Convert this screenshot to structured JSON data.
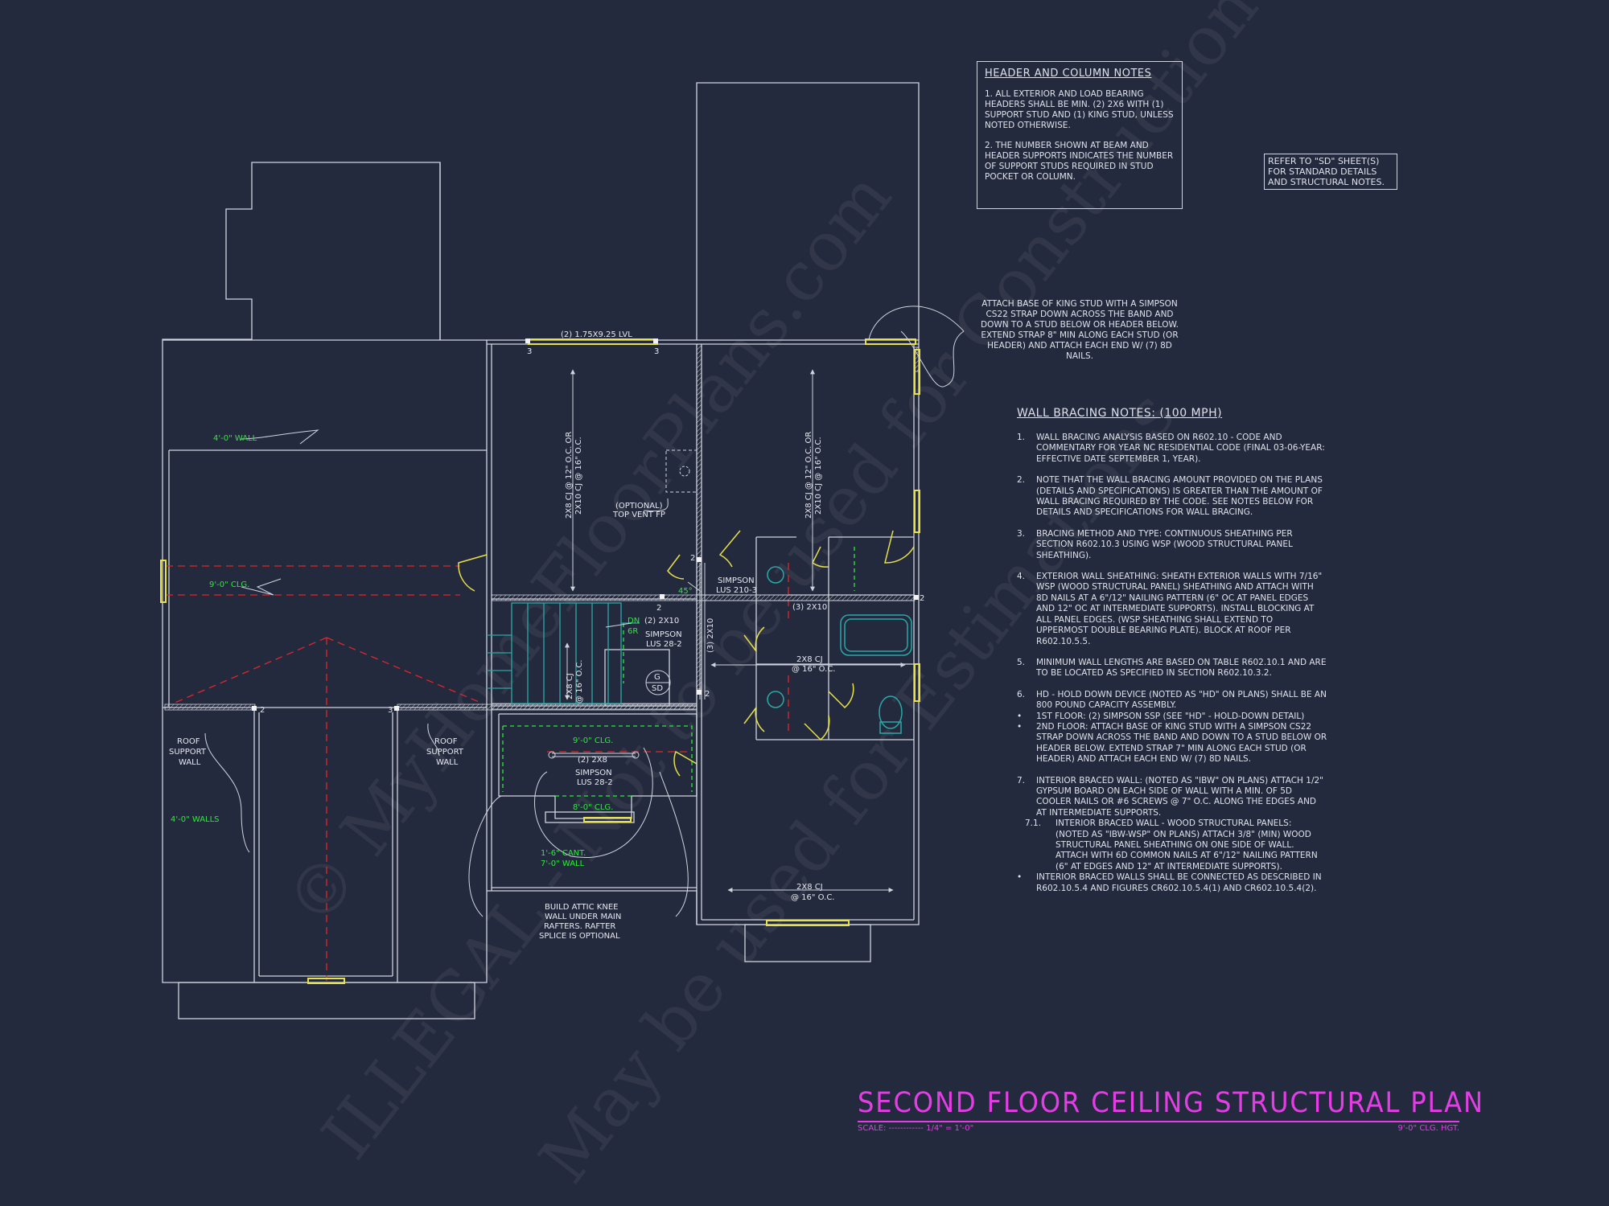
{
  "header_notes": {
    "title": "HEADER AND COLUMN NOTES",
    "note1": "1. ALL EXTERIOR AND LOAD BEARING HEADERS SHALL BE MIN. (2) 2x6 WITH (1) SUPPORT STUD AND (1) KING STUD, UNLESS NOTED OTHERWISE.",
    "note2": "2. THE NUMBER SHOWN AT BEAM AND HEADER SUPPORTS INDICATES THE NUMBER OF SUPPORT STUDS REQUIRED IN STUD POCKET OR COLUMN."
  },
  "refer_note": "REFER TO \"SD\" SHEET(S) FOR STANDARD DETAILS AND STRUCTURAL NOTES.",
  "king_stud_note": "ATTACH BASE OF KING STUD WITH A SIMPSON CS22 STRAP DOWN ACROSS THE BAND AND DOWN TO A STUD BELOW OR HEADER BELOW. EXTEND STRAP 8\" MIN ALONG EACH STUD (OR HEADER) AND ATTACH EACH END W/ (7) 8d NAILS.",
  "wall_bracing": {
    "title": "WALL BRACING NOTES: (100 MPH)",
    "items": [
      {
        "num": "1.",
        "text": "WALL BRACING ANALYSIS BASED ON R602.10 - CODE AND COMMENTARY FOR YEAR NC RESIDENTIAL CODE (FINAL 03-06-YEAR: EFFECTIVE DATE SEPTEMBER 1, YEAR)."
      },
      {
        "num": "2.",
        "text": "NOTE THAT THE WALL BRACING AMOUNT PROVIDED ON THE PLANS (DETAILS AND SPECIFICATIONS) IS GREATER THAN THE AMOUNT OF WALL BRACING REQUIRED BY THE CODE. SEE NOTES BELOW FOR DETAILS AND SPECIFICATIONS FOR WALL BRACING."
      },
      {
        "num": "3.",
        "text": "BRACING METHOD AND TYPE: CONTINUOUS SHEATHING PER SECTION R602.10.3 USING WSP (WOOD STRUCTURAL PANEL SHEATHING)."
      },
      {
        "num": "4.",
        "text": "EXTERIOR WALL SHEATHING: SHEATH EXTERIOR WALLS WITH 7/16\" WSP (WOOD STRUCTURAL PANEL) SHEATHING AND ATTACH WITH 8d NAILS AT A 6\"/12\" NAILING PATTERN (6\" OC AT PANEL EDGES AND 12\" OC AT INTERMEDIATE SUPPORTS). INSTALL BLOCKING AT ALL PANEL EDGES. (WSP SHEATHING SHALL EXTEND TO UPPERMOST DOUBLE BEARING PLATE). BLOCK AT ROOF PER R602.10.5.5."
      },
      {
        "num": "5.",
        "text": "MINIMUM WALL LENGTHS ARE BASED ON TABLE R602.10.1 AND ARE TO BE LOCATED AS SPECIFIED IN SECTION R602.10.3.2."
      },
      {
        "num": "6.",
        "text": "HD - HOLD DOWN DEVICE (NOTED AS \"HD\" ON PLANS) SHALL BE AN 800 POUND CAPACITY ASSEMBLY."
      },
      {
        "num": "•",
        "text": "1ST FLOOR: (2) SIMPSON SSP (SEE \"HD\" - HOLD-DOWN DETAIL)"
      },
      {
        "num": "•",
        "text": "2ND FLOOR: ATTACH BASE OF KING STUD WITH A SIMPSON CS22 STRAP DOWN ACROSS THE BAND AND DOWN TO A STUD BELOW OR HEADER BELOW. EXTEND STRAP 7\" MIN ALONG EACH STUD (OR HEADER) AND ATTACH EACH END W/ (7) 8d NAILS."
      },
      {
        "num": "7.",
        "text": "INTERIOR BRACED WALL: (NOTED AS \"IBW\" ON PLANS) ATTACH 1/2\" GYPSUM BOARD ON EACH SIDE OF WALL WITH A MIN. OF 5d COOLER NAILS OR #6 SCREWS @ 7\" O.C. ALONG THE EDGES AND AT INTERMEDIATE SUPPORTS."
      },
      {
        "num": "7.1.",
        "text": "INTERIOR BRACED WALL - WOOD STRUCTURAL PANELS: (NOTED AS \"IBW-WSP\" ON PLANS) ATTACH 3/8\" (MIN) WOOD STRUCTURAL PANEL SHEATHING ON ONE SIDE OF WALL. ATTACH WITH 6d COMMON NAILS AT 6\"/12\" NAILING PATTERN (6\" AT EDGES AND 12\" AT INTERMEDIATE SUPPORTS)."
      },
      {
        "num": "•",
        "text": "INTERIOR BRACED WALLS SHALL BE CONNECTED AS DESCRIBED IN R602.10.5.4 AND FIGURES CR602.10.5.4(1) AND CR602.10.5.4(2)."
      }
    ]
  },
  "plan_labels": {
    "lvl": "(2) 1.75x9.25 LVL",
    "wall4_top": "4'-0\" WALL",
    "clg9": "9'-0\" CLG.",
    "roof_support_left": [
      "ROOF",
      "SUPPORT",
      "WALL"
    ],
    "roof_support_right": [
      "ROOF",
      "SUPPORT",
      "WALL"
    ],
    "walls4": "4'-0\" WALLS",
    "cj_left": [
      "2x8 CJ @ 12\" O.C. OR",
      "2x10 CJ @ 16\" O.C."
    ],
    "cj_right": [
      "2x8 CJ @ 12\" O.C. OR",
      "2x10 CJ @ 16\" O.C."
    ],
    "vent": [
      "(OPTIONAL)",
      "TOP VENT FP"
    ],
    "simpson_lus210": [
      "SIMPSON",
      "LUS 210-3"
    ],
    "angle45": "45°",
    "two_2x10": "(2) 2x10",
    "simpson_lus28a": [
      "SIMPSON",
      "LUS 28-2"
    ],
    "dn": "DN",
    "r6": "6R",
    "three_2x10_v": "(3) 2x10",
    "three_2x10_h": "(3) 2x10",
    "cj_stair": [
      "2x8 CJ",
      "@ 16\" O.C."
    ],
    "cj_mid": [
      "2x8 CJ",
      "@ 16\" O.C."
    ],
    "g": "G",
    "sd": "SD",
    "clg9b": "9'-0\" CLG.",
    "two_2x8": "(2) 2x8",
    "simpson_lus28b": [
      "SIMPSON",
      "LUS 28-2"
    ],
    "clg8": "8'-0\" CLG.",
    "cant": [
      "1'-6\" CANT.",
      "7'-0\" WALL"
    ],
    "knee": [
      "BUILD ATTIC KNEE",
      "WALL UNDER MAIN",
      "RAFTERS. RAFTER",
      "SPLICE IS OPTIONAL"
    ],
    "cj_bottom": [
      "2x8 CJ",
      "@ 16\" O.C."
    ],
    "stud_counts": [
      "3",
      "3",
      "2",
      "2",
      "2",
      "2",
      "3",
      "2"
    ]
  },
  "title_block": {
    "title": "SECOND FLOOR CEILING STRUCTURAL PLAN",
    "scale": "SCALE: ------------ 1/4\" = 1'-0\"",
    "height": "9'-0\" CLG. HGT."
  },
  "watermarks": [
    "© MyHomeFloorPlans.com",
    "ILLEGAL - Not to be used for Construction",
    "May be used for Estimations"
  ],
  "colors": {
    "background": "#242a3d",
    "line": "#d0d4de",
    "beam_yellow": "#e8e04a",
    "dim_green": "#2ee83a",
    "red_dashed": "#e0262a",
    "stair_cyan": "#2aa8a8",
    "title_magenta": "#e43de6"
  }
}
